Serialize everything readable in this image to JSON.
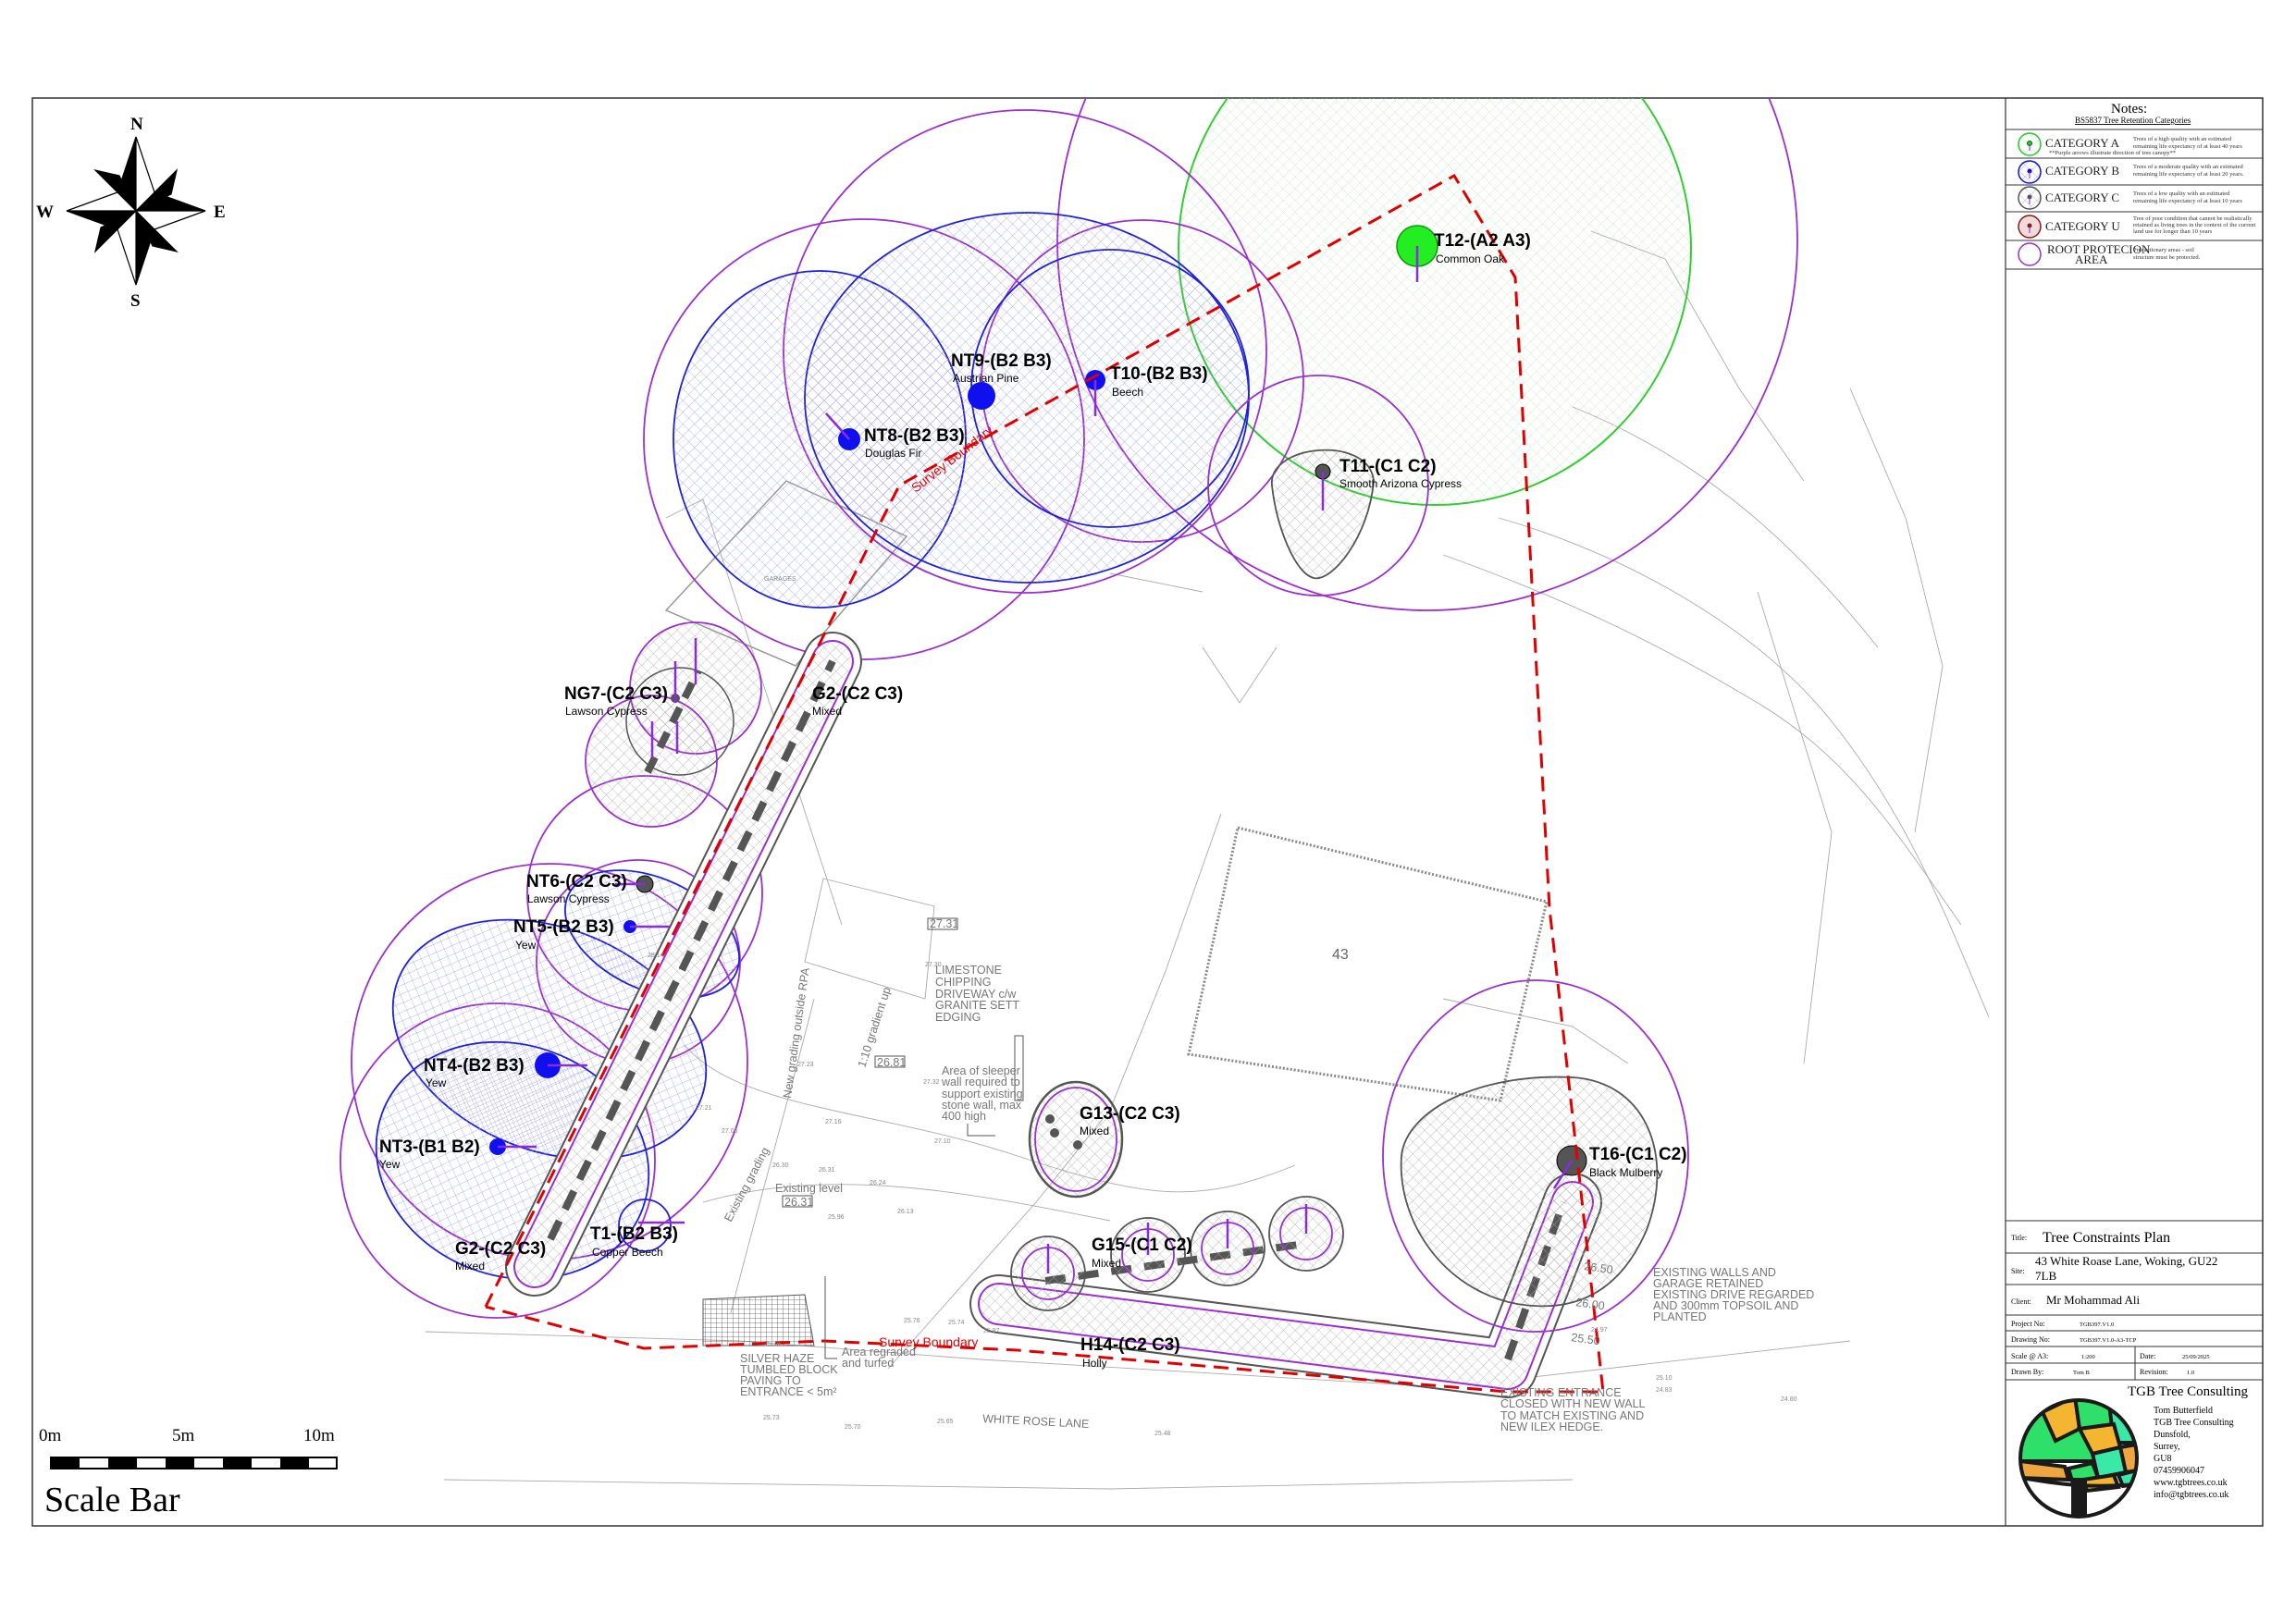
{
  "compass": {
    "n": "N",
    "s": "S",
    "e": "E",
    "w": "W"
  },
  "scale_bar": {
    "zero": "0m",
    "five": "5m",
    "ten": "10m",
    "title": "Scale Bar"
  },
  "notes": {
    "title": "Notes:",
    "subtitle": "BS5837 Tree Retention Categories",
    "arrow_note": "**Purple arrows illustrate direction of tree canopy**",
    "categories": [
      {
        "label": "CATEGORY A",
        "desc1": "Trees of a high quality with an estimated",
        "desc2": "remaining life expectancy of at least 40 years",
        "desc3": "",
        "color": "#22cc22"
      },
      {
        "label": "CATEGORY B",
        "desc1": "Trees of a moderate quality with an estimated",
        "desc2": "remaining life expectancy of at least 20 years.",
        "desc3": "",
        "color": "#1010dd"
      },
      {
        "label": "CATEGORY C",
        "desc1": "Trees of a low quality with an estimated",
        "desc2": "remaining life expectancy of at least 10 years",
        "desc3": "",
        "color": "#555555"
      },
      {
        "label": "CATEGORY U",
        "desc1": "Tree of poor condition that cannot be realistically",
        "desc2": "retained as living trees in the context of the current",
        "desc3": "land use for longer than 10 years",
        "color": "#8b1a1a"
      }
    ],
    "rpa": {
      "label1": "ROOT PROTECION",
      "label2": "AREA",
      "desc1": "Precautionary areas - soil",
      "desc2": "structure must be protected.",
      "color": "#9b30d0"
    }
  },
  "title_block": {
    "title_label": "Title:",
    "title": "Tree Constraints Plan",
    "site_label": "Site:",
    "site_line1": "43 White Roase Lane, Woking, GU22",
    "site_line2": "7LB",
    "client_label": "Client:",
    "client": "Mr Mohammad Ali",
    "project_label": "Project No:",
    "project": "TGB397.V1.0",
    "drawing_label": "Drawing No:",
    "drawing": "TGB397.V1.0-A3-TCP",
    "scale_label": "Scale @ A3:",
    "scale": "1:200",
    "date_label": "Date:",
    "date": "25/09/2025",
    "drawn_label": "Drawn By:",
    "drawn": "Tom B",
    "revision_label": "Revision:",
    "revision": "1.0"
  },
  "company": {
    "name": "TGB Tree Consulting",
    "contact": [
      "Tom Butterfield",
      "TGB Tree Consulting",
      "Dunsfold,",
      "Surrey,",
      "GU8",
      "07459906047",
      "www.tgbtrees.co.uk",
      "info@tgbtrees.co.uk"
    ]
  },
  "trees": [
    {
      "id": "T12-(A2 A3)",
      "species": "Common Oak"
    },
    {
      "id": "NT9-(B2 B3)",
      "species": "Austrian Pine"
    },
    {
      "id": "T10-(B2 B3)",
      "species": "Beech"
    },
    {
      "id": "NT8-(B2 B3)",
      "species": "Douglas Fir"
    },
    {
      "id": "T11-(C1 C2)",
      "species": "Smooth Arizona Cypress"
    },
    {
      "id": "NG7-(C2 C3)",
      "species": "Lawson Cypress"
    },
    {
      "id": "G2-(C2 C3)",
      "species": "Mixed"
    },
    {
      "id": "NT6-(C2 C3)",
      "species": "Lawson Cypress"
    },
    {
      "id": "NT5-(B2 B3)",
      "species": "Yew"
    },
    {
      "id": "NT4-(B2 B3)",
      "species": "Yew"
    },
    {
      "id": "NT3-(B1 B2)",
      "species": "Yew"
    },
    {
      "id": "T1-(B2 B3)",
      "species": "Copper Beech"
    },
    {
      "id": "G2-(C2 C3)",
      "species": "Mixed"
    },
    {
      "id": "G13-(C2 C3)",
      "species": "Mixed"
    },
    {
      "id": "G15-(C1 C2)",
      "species": "Mixed"
    },
    {
      "id": "H14-(C2 C3)",
      "species": "Holly"
    },
    {
      "id": "T16-(C1 C2)",
      "species": "Black Mulberry"
    }
  ],
  "annotations": {
    "driveway": [
      "LIMESTONE",
      "CHIPPING",
      "DRIVEWAY c/w",
      "GRANITE SETT",
      "EDGING"
    ],
    "sleeper": [
      "Area of sleeper",
      "wall required to",
      "support existing",
      "stone wall, max",
      "400 high"
    ],
    "existing_level": "Existing level",
    "existing_level_value": "26.31",
    "level_box_1": "26.81",
    "level_box_2": "27.31",
    "gradient": "1:10 gradient up",
    "new_grading": "New grading outside RPA",
    "existing_grading": "Existing grading",
    "paving": [
      "SILVER HAZE",
      "TUMBLED BLOCK",
      "PAVING TO",
      "ENTRANCE < 5m²"
    ],
    "regraded": [
      "Area regraded",
      "and turfed"
    ],
    "survey_boundary": "Survey Boundary",
    "road": "WHITE ROSE LANE",
    "walls": [
      "EXISTING WALLS AND",
      "GARAGE RETAINED",
      "EXISTING DRIVE REGARDED",
      "AND 300mm TOPSOIL AND",
      "PLANTED"
    ],
    "entrance": [
      "EXISTING ENTRANCE",
      "CLOSED WITH NEW WALL",
      "TO MATCH EXISTING AND",
      "NEW ILEX HEDGE."
    ],
    "house_number": "43",
    "contours": [
      "26.50",
      "26.00",
      "25.50"
    ],
    "garages": "GARAGES",
    "spot_levels": [
      "27.30",
      "27.32",
      "27.23",
      "27.16",
      "27.10",
      "26.30",
      "26.31",
      "26.24",
      "25.96",
      "26.13",
      "25.76",
      "25.74",
      "25.87",
      "25.79",
      "25.73",
      "25.70",
      "25.65",
      "25.48",
      "24.97",
      "25.10",
      "24.83",
      "24.80",
      "27.21",
      "27.06",
      "28.14"
    ]
  }
}
